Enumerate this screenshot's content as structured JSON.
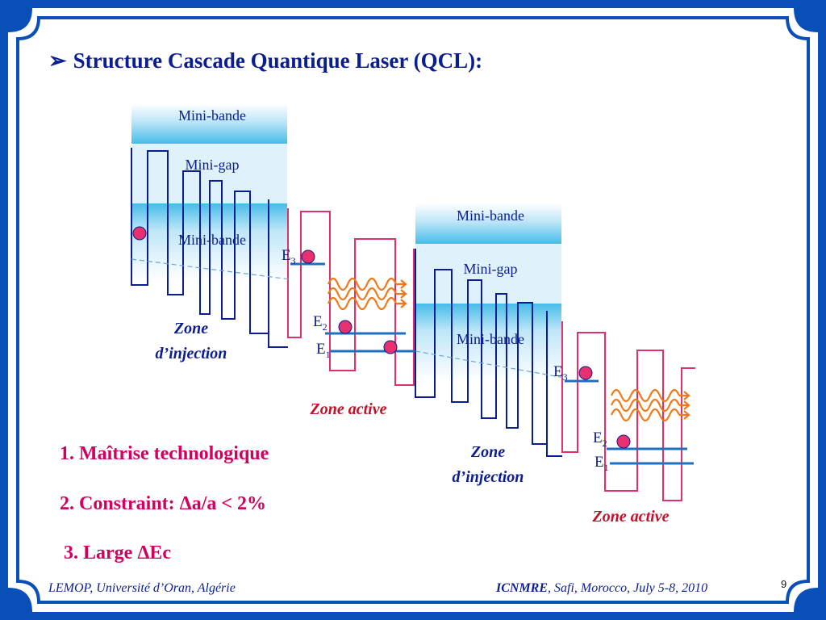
{
  "title": "Structure Cascade Quantique Laser (QCL):",
  "title_bullet": "➢",
  "diagram": {
    "block1": {
      "top": "Mini-bande",
      "middle": "Mini-gap",
      "bottom": "Mini-bande"
    },
    "block2": {
      "top": "Mini-bande",
      "middle": "Mini-gap",
      "bottom": "Mini-bande"
    },
    "zone_injection_1": [
      "Zone",
      "d’injection"
    ],
    "zone_injection_2": [
      "Zone",
      "d’injection"
    ],
    "zone_active_1": "Zone active",
    "zone_active_2": "Zone active",
    "levels_1": {
      "e3": "E",
      "e3_sub": "3",
      "e2": "E",
      "e2_sub": "2",
      "e1": "E",
      "e1_sub": "1"
    },
    "levels_2": {
      "e3": "E",
      "e3_sub": "3",
      "e2": "E",
      "e2_sub": "2",
      "e1": "E",
      "e1_sub": "1"
    }
  },
  "list": [
    "1.  Maîtrise technologique",
    "2.  Constraint: Δa/a < 2%",
    "3.  Large ΔEc"
  ],
  "footer": {
    "left": "LEMOP, Université d’Oran, Algérie",
    "right_bold": "ICNMRE",
    "right_rest": ", Safi, Morocco, July 5-8, 2010"
  },
  "page_number": "9",
  "colors": {
    "frame": "#0a4fb8",
    "navy": "#0b1e8f",
    "pink": "#e0306a",
    "electron": "#e8306e",
    "level_line": "#1f6fbf",
    "photon": "#f07818",
    "list_text": "#d1005e",
    "active_text": "#c0122b"
  }
}
